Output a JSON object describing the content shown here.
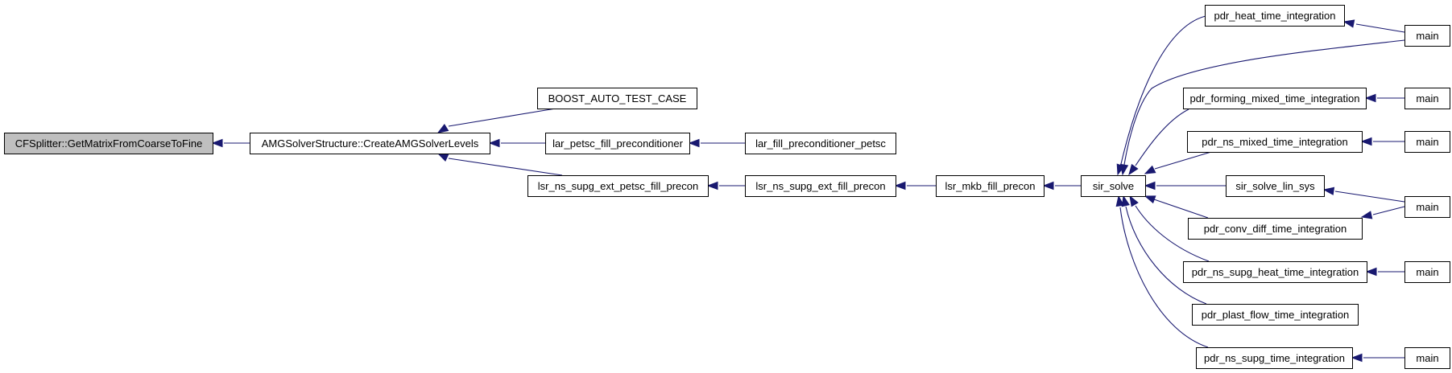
{
  "diagram": {
    "type": "call-graph",
    "colors": {
      "edge": "#191970",
      "root_fill": "#bfbfbf",
      "node_fill": "#ffffff",
      "node_border": "#000000"
    },
    "nodes": [
      {
        "id": "n0",
        "label": "CFSplitter::GetMatrixFromCoarseToFine",
        "root": true
      },
      {
        "id": "n1",
        "label": "AMGSolverStructure::CreateAMGSolverLevels"
      },
      {
        "id": "n2",
        "label": "BOOST_AUTO_TEST_CASE"
      },
      {
        "id": "n3",
        "label": "lar_petsc_fill_preconditioner"
      },
      {
        "id": "n4",
        "label": "lsr_ns_supg_ext_petsc_fill_precon"
      },
      {
        "id": "n5",
        "label": "lar_fill_preconditioner_petsc"
      },
      {
        "id": "n6",
        "label": "lsr_ns_supg_ext_fill_precon"
      },
      {
        "id": "n7",
        "label": "lsr_mkb_fill_precon"
      },
      {
        "id": "n8",
        "label": "sir_solve"
      },
      {
        "id": "n9",
        "label": "pdr_heat_time_integration"
      },
      {
        "id": "n10",
        "label": "pdr_forming_mixed_time_integration"
      },
      {
        "id": "n11",
        "label": "pdr_ns_mixed_time_integration"
      },
      {
        "id": "n12",
        "label": "sir_solve_lin_sys"
      },
      {
        "id": "n13",
        "label": "pdr_conv_diff_time_integration"
      },
      {
        "id": "n14",
        "label": "pdr_ns_supg_heat_time_integration"
      },
      {
        "id": "n15",
        "label": "pdr_plast_flow_time_integration"
      },
      {
        "id": "n16",
        "label": "pdr_ns_supg_time_integration"
      },
      {
        "id": "n17",
        "label": "main"
      },
      {
        "id": "n18",
        "label": "main"
      },
      {
        "id": "n19",
        "label": "main"
      },
      {
        "id": "n20",
        "label": "main"
      },
      {
        "id": "n21",
        "label": "main"
      },
      {
        "id": "n22",
        "label": "main"
      }
    ],
    "edges": [
      {
        "from": "n1",
        "to": "n0"
      },
      {
        "from": "n2",
        "to": "n1"
      },
      {
        "from": "n3",
        "to": "n1"
      },
      {
        "from": "n4",
        "to": "n1"
      },
      {
        "from": "n5",
        "to": "n3"
      },
      {
        "from": "n6",
        "to": "n4"
      },
      {
        "from": "n7",
        "to": "n6"
      },
      {
        "from": "n8",
        "to": "n7"
      },
      {
        "from": "n9",
        "to": "n8"
      },
      {
        "from": "n17",
        "to": "n8"
      },
      {
        "from": "n10",
        "to": "n8"
      },
      {
        "from": "n11",
        "to": "n8"
      },
      {
        "from": "n12",
        "to": "n8"
      },
      {
        "from": "n13",
        "to": "n8"
      },
      {
        "from": "n14",
        "to": "n8"
      },
      {
        "from": "n15",
        "to": "n8"
      },
      {
        "from": "n16",
        "to": "n8"
      },
      {
        "from": "n17",
        "to": "n9"
      },
      {
        "from": "n18",
        "to": "n10"
      },
      {
        "from": "n19",
        "to": "n11"
      },
      {
        "from": "n20",
        "to": "n12"
      },
      {
        "from": "n20",
        "to": "n13"
      },
      {
        "from": "n21",
        "to": "n14"
      },
      {
        "from": "n22",
        "to": "n16"
      }
    ]
  }
}
